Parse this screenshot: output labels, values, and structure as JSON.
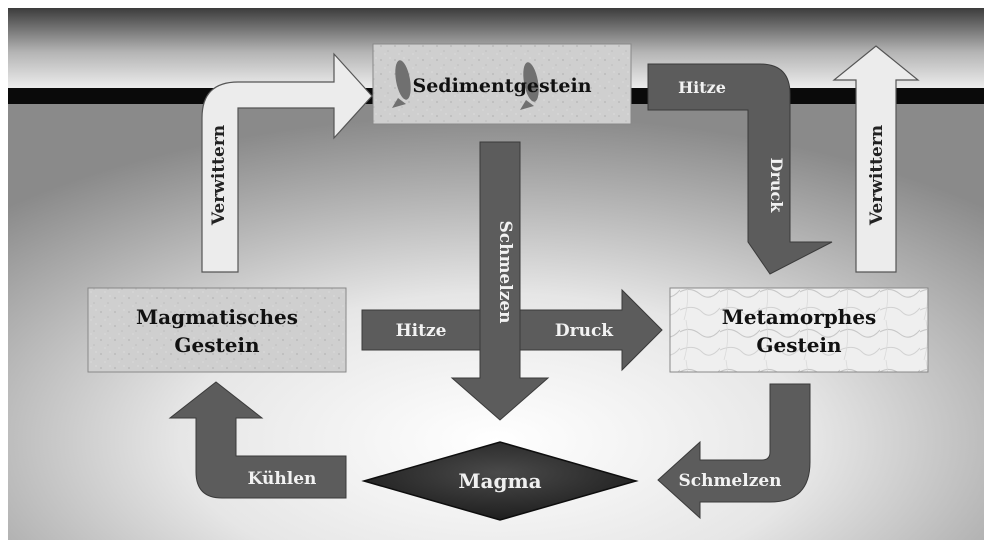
{
  "nodes": {
    "sedimentgestein": "Sedimentgestein",
    "magmatisch_line1": "Magmatisches",
    "magmatisch_line2": "Gestein",
    "metamorph_line1": "Metamorphes",
    "metamorph_line2": "Gestein",
    "magma": "Magma"
  },
  "arrows": {
    "verwittern_left": "Verwittern",
    "hitze_top": "Hitze",
    "druck_right": "Druck",
    "verwittern_right": "Verwittern",
    "schmelzen_center": "Schmelzen",
    "hitze_middle": "Hitze",
    "druck_middle": "Druck",
    "schmelzen_bottom": "Schmelzen",
    "kuehlen": "Kühlen"
  },
  "colors": {
    "arrow_dark": "#5c5c5c",
    "arrow_light": "#ececec",
    "box_fill": "#d0d0d0",
    "magma_fill": "#2a2a2a",
    "band": "#0a0a0a"
  }
}
